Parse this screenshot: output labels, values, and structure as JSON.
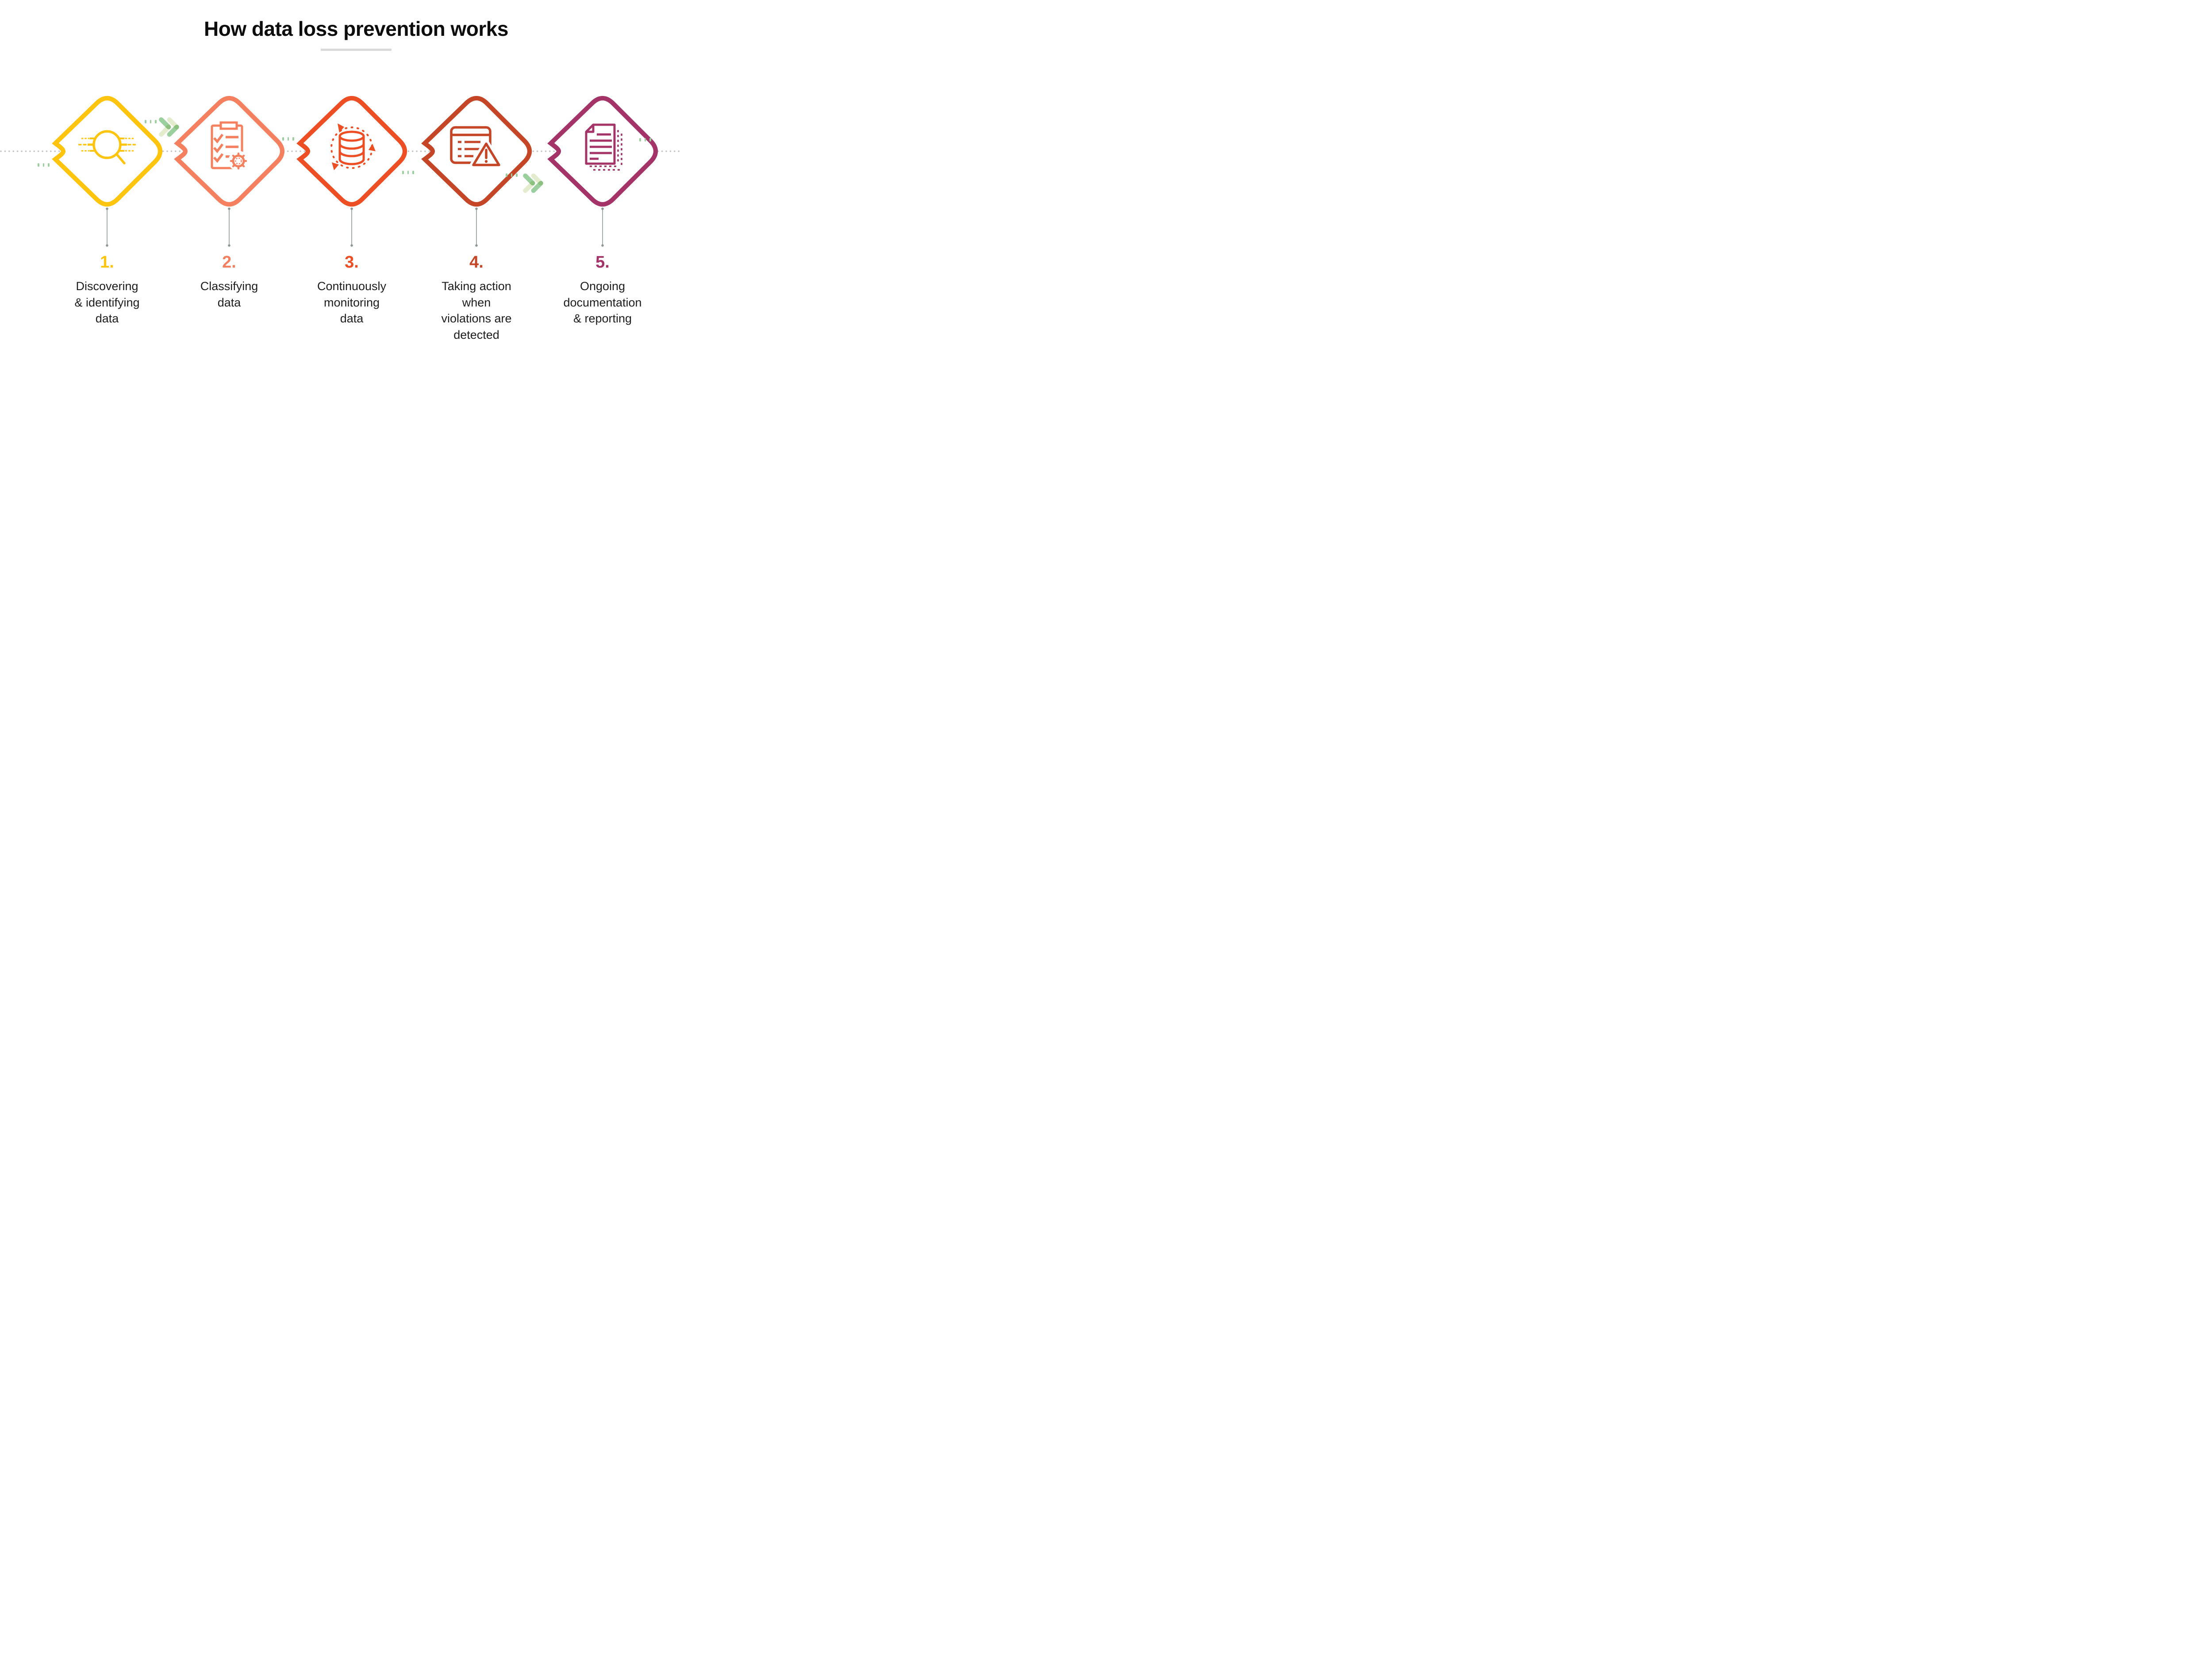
{
  "title": "How data loss prevention works",
  "steps": [
    {
      "number": "1.",
      "label": "Discovering\n& identifying\ndata",
      "color": "#FFC40D",
      "icon": "search-icon"
    },
    {
      "number": "2.",
      "label": "Classifying\ndata",
      "color": "#F5805F",
      "icon": "checklist-clipboard-icon"
    },
    {
      "number": "3.",
      "label": "Continuously\nmonitoring\ndata",
      "color": "#EE4E23",
      "icon": "database-sync-icon"
    },
    {
      "number": "4.",
      "label": "Taking action\nwhen\nviolations are\ndetected",
      "color": "#C54527",
      "icon": "alert-window-icon"
    },
    {
      "number": "5.",
      "label": "Ongoing\ndocumentation\n& reporting",
      "color": "#A43467",
      "icon": "documents-icon"
    }
  ],
  "colors": {
    "title": "#0D0D0D",
    "text": "#1D1D1D",
    "underline_gray": "#D9D9D9",
    "timeline_dot_gray": "#C4C4C4",
    "connector_gray": "#8D9697",
    "arrow_green": "#9CCF9E",
    "arrow_green_pale": "#E3EDCD",
    "dot_green": "#9CCFA0"
  }
}
